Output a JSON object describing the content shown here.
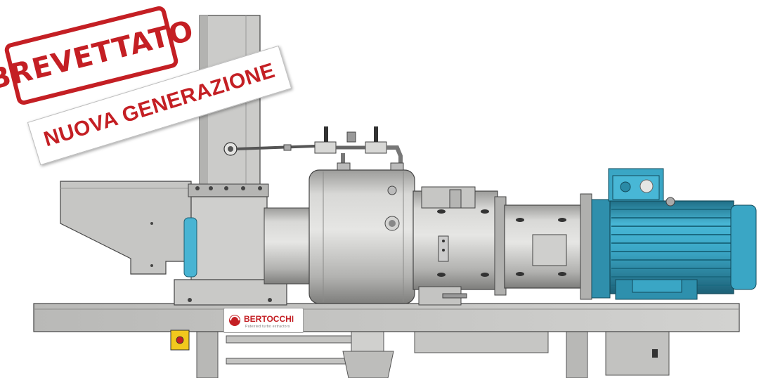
{
  "stamp": {
    "text": "BREVETTATO"
  },
  "banner": {
    "text": "NUOVA GENERAZIONE"
  },
  "brand": {
    "name": "BERTOCCHI",
    "tagline": "Patented turbo extractors"
  },
  "colors": {
    "accent_red": "#c41f24",
    "motor_blue": "#38a9c9",
    "steel": "#c8c8c6",
    "steel_dark": "#8c8c8a",
    "emergency_yellow": "#f2c81d"
  }
}
